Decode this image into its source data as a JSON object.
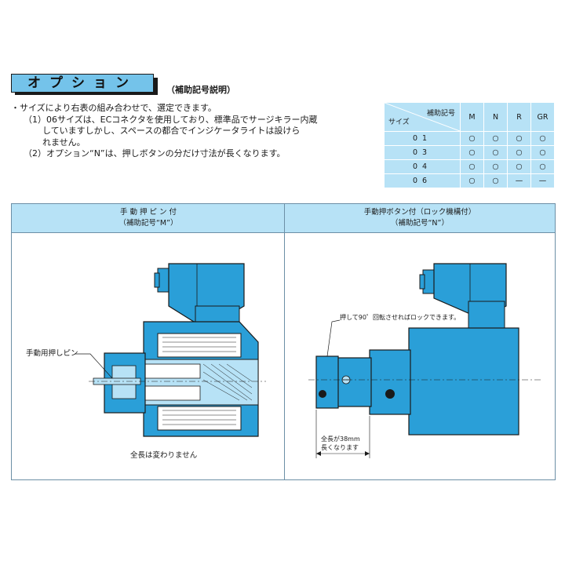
{
  "header": {
    "title": "オプション",
    "subtitle": "（補助記号説明）"
  },
  "notes": [
    "・サイズにより右表の組み合わせで、選定できます。",
    "（1）06サイズは、ECコネクタを使用しており、標準品でサージキラー内蔵",
    "していますしかし、スペースの都合でインジケータライトは設けら",
    "れません。",
    "（2）オプション“N”は、押しボタンの分だけ寸法が長くなります。"
  ],
  "table": {
    "corner_top": "補助記号",
    "corner_bottom": "サイズ",
    "columns": [
      "M",
      "N",
      "R",
      "GR"
    ],
    "rows": [
      {
        "size": "01",
        "cells": [
          "○",
          "○",
          "○",
          "○"
        ]
      },
      {
        "size": "03",
        "cells": [
          "○",
          "○",
          "○",
          "○"
        ]
      },
      {
        "size": "04",
        "cells": [
          "○",
          "○",
          "○",
          "○"
        ]
      },
      {
        "size": "06",
        "cells": [
          "○",
          "○",
          "—",
          "—"
        ]
      }
    ]
  },
  "panel_left": {
    "title": "手 動 押 ピ ン 付",
    "code": "（補助記号“M”）",
    "pin_label": "手動用押しピン",
    "caption": "全長は変わりません"
  },
  "panel_right": {
    "title": "手動押ボタン付（ロック機構付）",
    "code": "（補助記号“N”）",
    "lock_label": "押して90゜回転させればロックできます。",
    "length_label_1": "全長が38mm",
    "length_label_2": "長くなります"
  },
  "colors": {
    "body_blue": "#2a9fd8",
    "light_blue": "#b7e2f6",
    "title_blue": "#74c3ea",
    "outline": "#1a1a1a"
  }
}
